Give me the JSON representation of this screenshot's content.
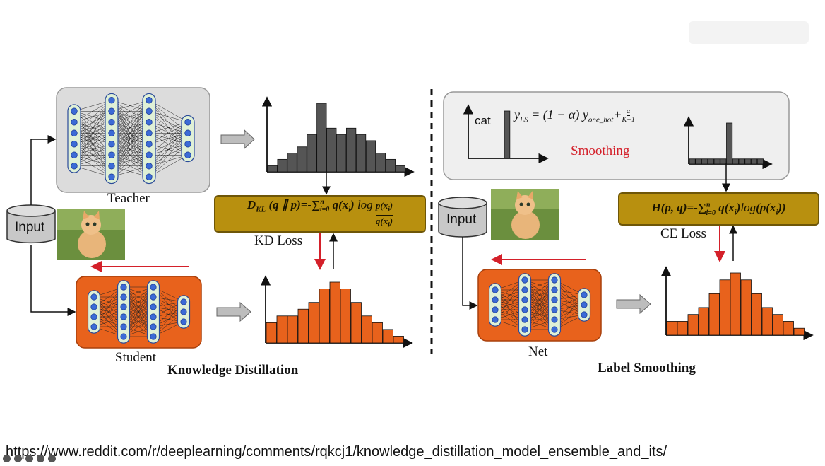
{
  "left": {
    "teacher_label": "Teacher",
    "student_label": "Student",
    "input_label": "Input",
    "loss_formula": "D_KL (q ∥ p)=-Σ_{i=0}^{n} q(x_i) log p(x_i)/q(x_i)",
    "loss_formula_display": "D",
    "loss_label": "KD Loss",
    "title": "Knowledge Distillation"
  },
  "right": {
    "net_label": "Net",
    "input_label": "Input",
    "onehot_label": "cat",
    "smoothing_formula": "y_LS = (1 − α) y_one_hot + α/(K−1)",
    "smoothing_label": "Smoothing",
    "loss_formula": "H(p, q)=-Σ_{i=0}^{n} q(x_i) log(p(x_i))",
    "loss_label": "CE Loss",
    "title": "Label Smoothing"
  },
  "colors": {
    "teacher_bg": "#dcdcdc",
    "student_bg": "#e8621c",
    "node": "#3c6bd6",
    "layer": "#dff0d6",
    "dark_hist": "#555555",
    "orange_hist": "#e8621c",
    "formula_bg": "#b8900f",
    "red_arrow": "#d4202a"
  },
  "chart_data": [
    {
      "type": "bar",
      "title": "",
      "values": [
        1,
        2,
        3,
        4,
        6,
        11,
        7,
        6,
        7,
        6,
        5,
        3,
        2,
        1
      ]
    },
    {
      "type": "bar",
      "title": "",
      "values": [
        3,
        4,
        4,
        5,
        6,
        8,
        9,
        8,
        6,
        4,
        3,
        2,
        1
      ]
    },
    {
      "type": "bar",
      "title": "",
      "values": [
        0,
        0,
        0,
        0,
        0,
        0,
        1,
        0,
        0,
        0,
        0,
        0
      ]
    },
    {
      "type": "bar",
      "title": "",
      "values": [
        1,
        1,
        1,
        1,
        1,
        1,
        8,
        1,
        1,
        1,
        1,
        1
      ]
    },
    {
      "type": "bar",
      "title": "",
      "values": [
        2,
        2,
        3,
        4,
        6,
        8,
        9,
        8,
        6,
        4,
        3,
        2,
        1
      ]
    }
  ],
  "footer": {
    "url": "https://www.reddit.com/r/deeplearning/comments/rqkcj1/knowledge_distillation_model_ensemble_and_its/"
  }
}
